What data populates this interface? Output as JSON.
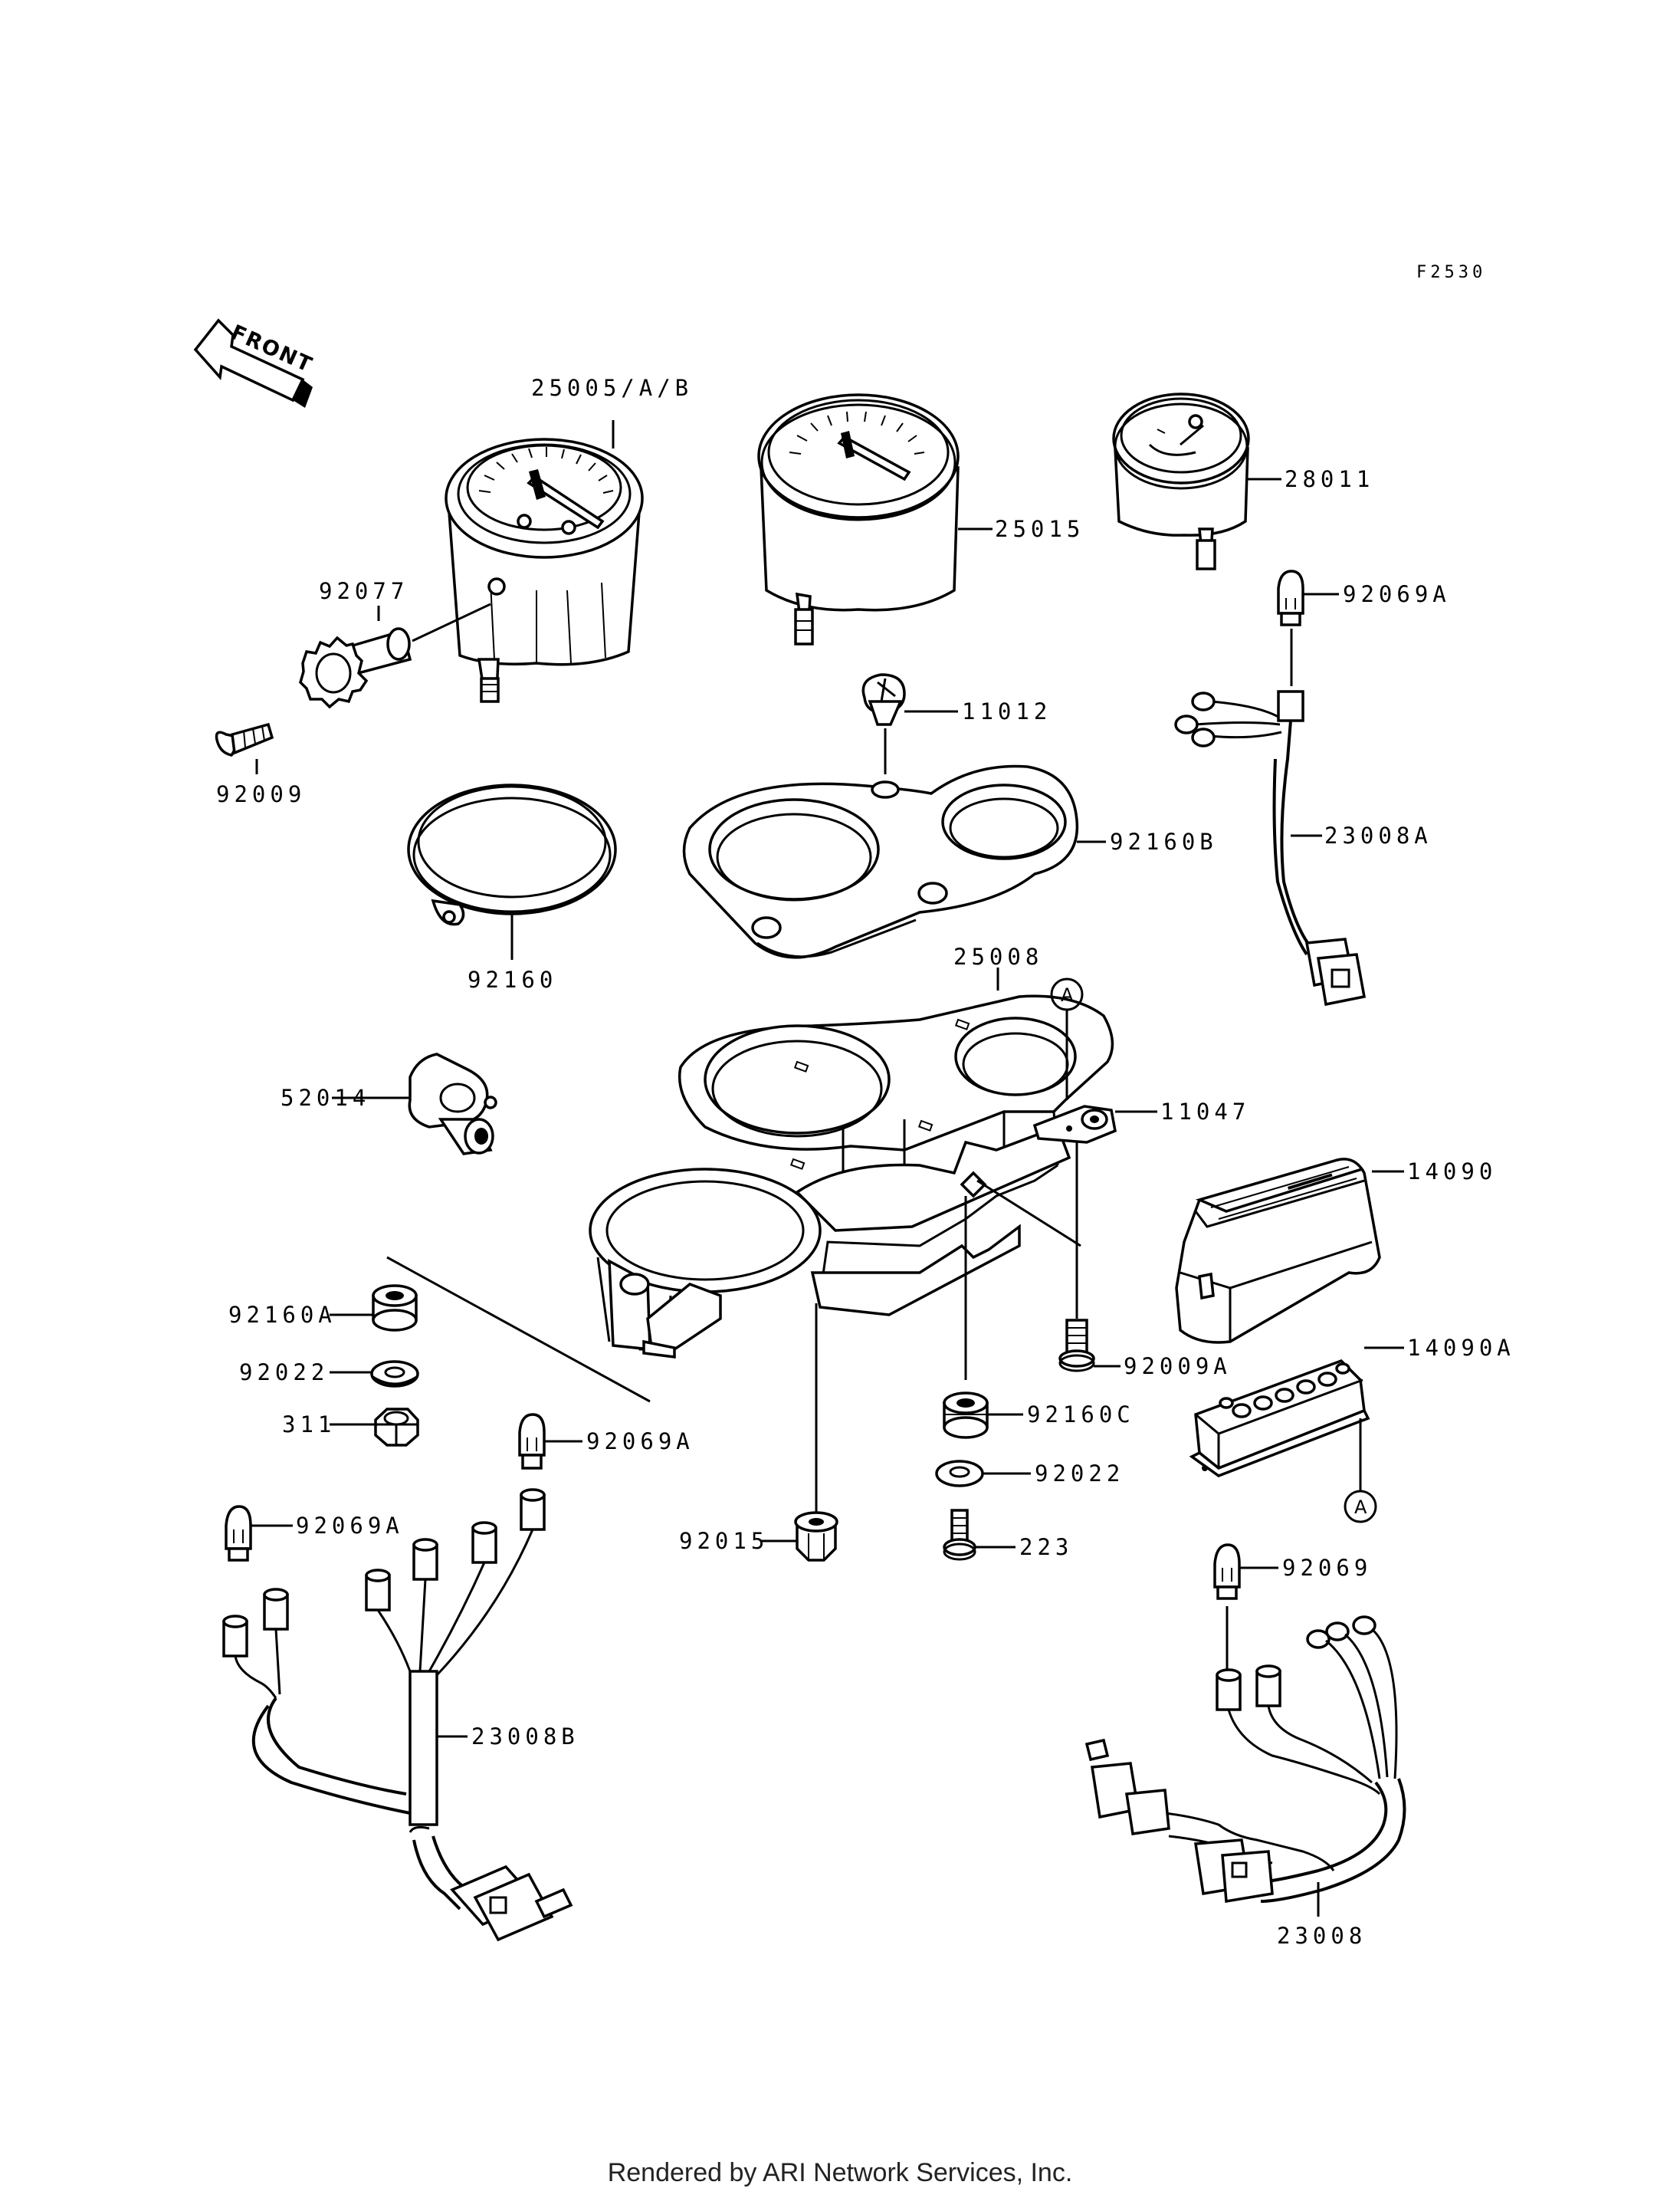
{
  "diagram": {
    "ref_code": "F2530",
    "front_arrow_label": "FRONT",
    "parts": {
      "p25005": "25005/A/B",
      "p25015": "25015",
      "p28011": "28011",
      "p92077": "92077",
      "p92069A_1": "92069A",
      "p11012": "11012",
      "p92009": "92009",
      "p92160B": "92160B",
      "p23008A": "23008A",
      "p92160": "92160",
      "p25008": "25008",
      "p52014": "52014",
      "p11047": "11047",
      "p14090": "14090",
      "p92160A": "92160A",
      "p92022_1": "92022",
      "p311": "311",
      "p92009A": "92009A",
      "p14090A": "14090A",
      "p92160C": "92160C",
      "p92069A_2": "92069A",
      "p92022_2": "92022",
      "p92069A_3": "92069A",
      "p92015": "92015",
      "p223": "223",
      "p92069": "92069",
      "p23008B": "23008B",
      "p23008": "23008"
    },
    "connector_marks": {
      "a_top": "A",
      "a_bottom": "A"
    }
  },
  "footer": {
    "credit": "Rendered by ARI Network Services, Inc."
  }
}
